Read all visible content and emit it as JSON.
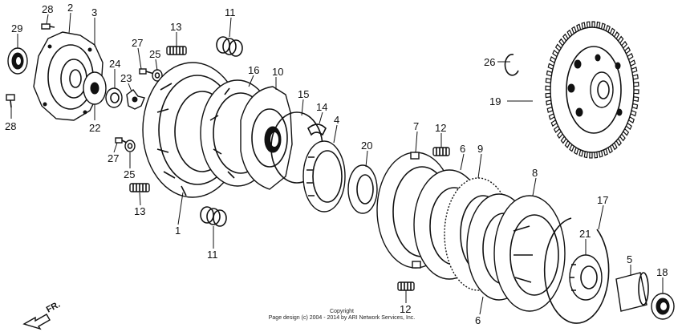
{
  "callouts": [
    {
      "id": "p28a",
      "label": "28"
    },
    {
      "id": "p2",
      "label": "2"
    },
    {
      "id": "p3",
      "label": "3"
    },
    {
      "id": "p29",
      "label": "29"
    },
    {
      "id": "p28b",
      "label": "28"
    },
    {
      "id": "p24",
      "label": "24"
    },
    {
      "id": "p23",
      "label": "23"
    },
    {
      "id": "p22",
      "label": "22"
    },
    {
      "id": "p27a",
      "label": "27"
    },
    {
      "id": "p25a",
      "label": "25"
    },
    {
      "id": "p13a",
      "label": "13"
    },
    {
      "id": "p11a",
      "label": "11"
    },
    {
      "id": "p16",
      "label": "16"
    },
    {
      "id": "p10",
      "label": "10"
    },
    {
      "id": "p15",
      "label": "15"
    },
    {
      "id": "p14",
      "label": "14"
    },
    {
      "id": "p4",
      "label": "4"
    },
    {
      "id": "p27b",
      "label": "27"
    },
    {
      "id": "p25b",
      "label": "25"
    },
    {
      "id": "p13b",
      "label": "13"
    },
    {
      "id": "p1",
      "label": "1"
    },
    {
      "id": "p11b",
      "label": "11"
    },
    {
      "id": "p20",
      "label": "20"
    },
    {
      "id": "p7",
      "label": "7"
    },
    {
      "id": "p12a",
      "label": "12"
    },
    {
      "id": "p6a",
      "label": "6"
    },
    {
      "id": "p9",
      "label": "9"
    },
    {
      "id": "p8",
      "label": "8"
    },
    {
      "id": "p17",
      "label": "17"
    },
    {
      "id": "p21",
      "label": "21"
    },
    {
      "id": "p5",
      "label": "5"
    },
    {
      "id": "p18",
      "label": "18"
    },
    {
      "id": "p12b",
      "label": "12"
    },
    {
      "id": "p6b",
      "label": "6"
    },
    {
      "id": "p26",
      "label": "26"
    },
    {
      "id": "p19",
      "label": "19"
    }
  ],
  "direction_label": "FR.",
  "copyright": {
    "line1": "Copyright",
    "line2": "Page design (c) 2004 - 2014 by ARI Network Services, Inc."
  }
}
